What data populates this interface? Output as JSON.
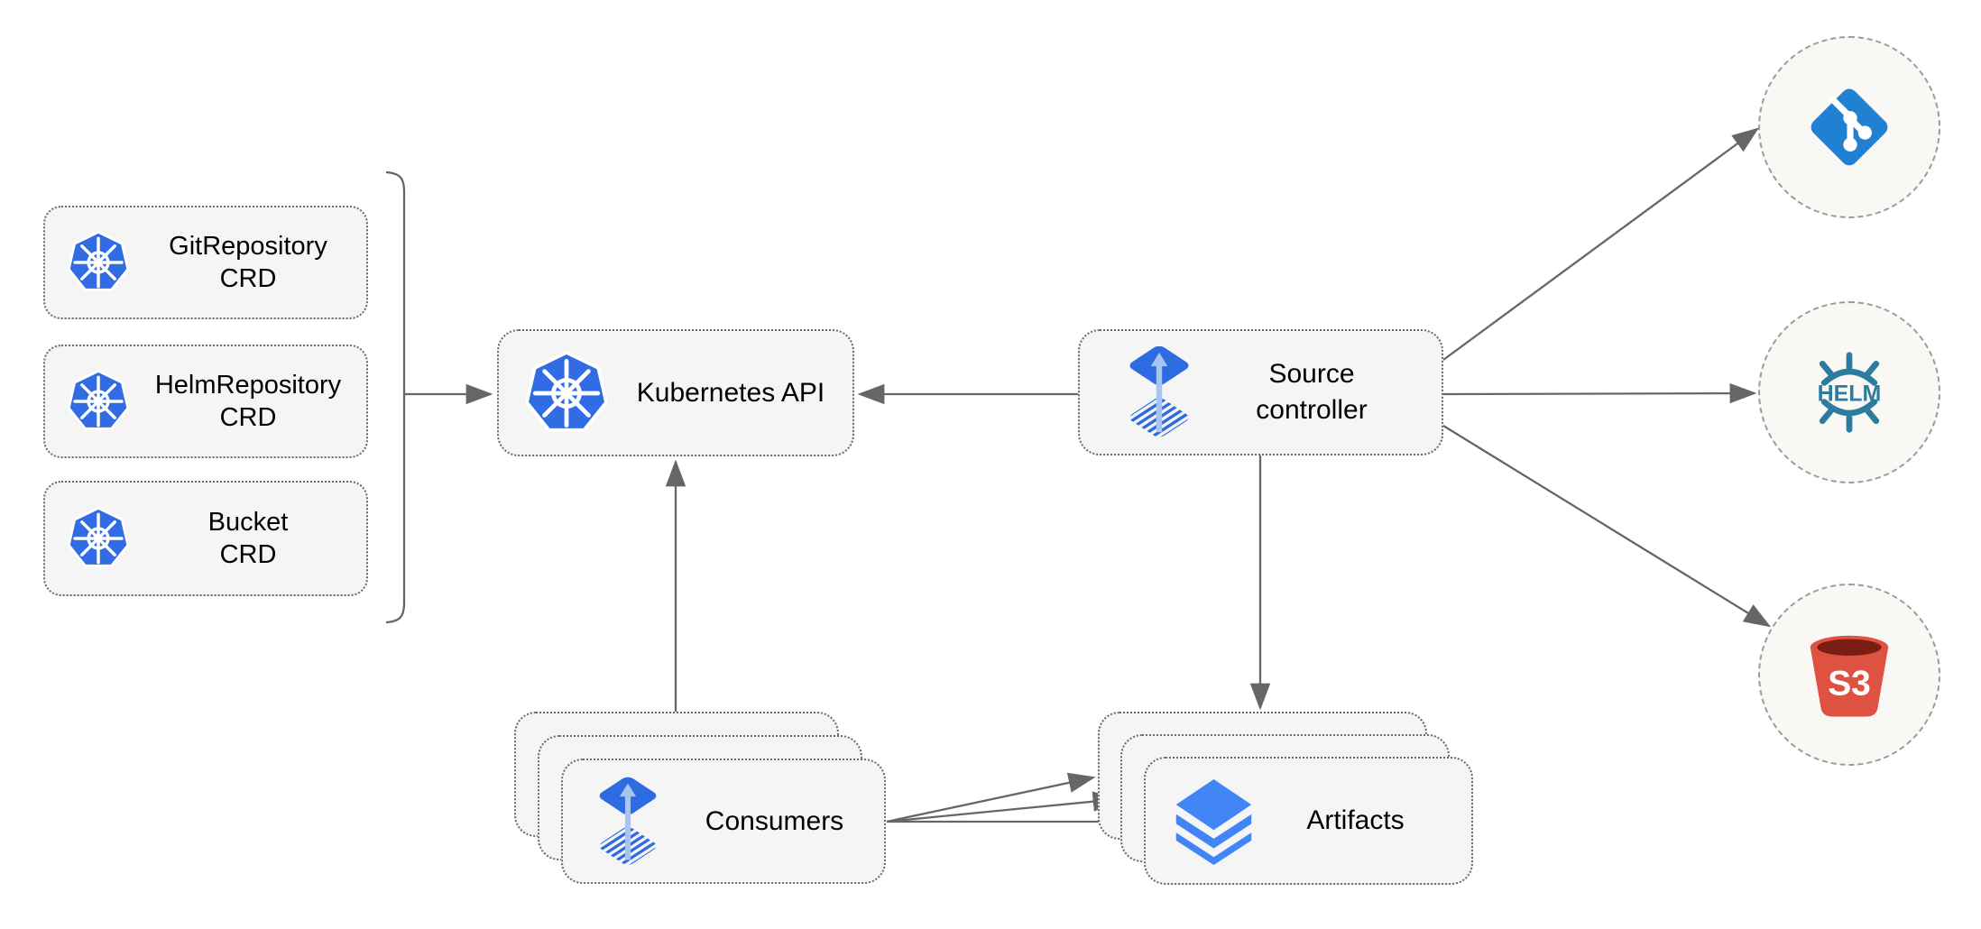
{
  "diagram": {
    "crd_boxes": [
      {
        "line1": "GitRepository",
        "line2": "CRD",
        "icon": "kubernetes-icon"
      },
      {
        "line1": "HelmRepository",
        "line2": "CRD",
        "icon": "kubernetes-icon"
      },
      {
        "line1": "Bucket",
        "line2": "CRD",
        "icon": "kubernetes-icon"
      }
    ],
    "kubernetes_api": {
      "label": "Kubernetes API",
      "icon": "kubernetes-icon"
    },
    "source_controller": {
      "line1": "Source",
      "line2": "controller",
      "icon": "flux-icon"
    },
    "consumers": {
      "label": "Consumers",
      "icon": "flux-icon",
      "stack_count": 3
    },
    "artifacts": {
      "label": "Artifacts",
      "icon": "layers-icon",
      "stack_count": 3
    },
    "external_sources": [
      {
        "name": "git",
        "icon": "git-icon",
        "label": ""
      },
      {
        "name": "helm",
        "icon": "helm-icon",
        "label": "HELM"
      },
      {
        "name": "s3",
        "icon": "s3-bucket-icon",
        "label": "S3"
      }
    ],
    "connections": [
      {
        "from": "crd-group-bracket",
        "to": "kubernetes-api"
      },
      {
        "from": "source-controller",
        "to": "kubernetes-api"
      },
      {
        "from": "consumers",
        "to": "kubernetes-api"
      },
      {
        "from": "source-controller",
        "to": "artifacts"
      },
      {
        "from": "source-controller",
        "to": "git"
      },
      {
        "from": "source-controller",
        "to": "helm"
      },
      {
        "from": "source-controller",
        "to": "s3"
      },
      {
        "from": "consumers",
        "to": "artifacts-layer-1"
      },
      {
        "from": "consumers",
        "to": "artifacts-layer-2"
      },
      {
        "from": "consumers",
        "to": "artifacts-layer-3"
      }
    ],
    "colors": {
      "kubernetes_blue": "#326CE5",
      "flux_blue": "#2F6BE0",
      "flux_arrow_light": "#A8C5F0",
      "git_blue": "#2080D2",
      "helm_teal": "#2B7C9E",
      "s3_red": "#DF5140",
      "s3_dark_red": "#7B1D13",
      "layers_blue": "#4285F4",
      "arrow_gray": "#666666",
      "node_fill": "#F5F5F5",
      "node_border": "#696969",
      "circle_fill": "#F9F8F5",
      "circle_border": "#9B9B9B",
      "text_color": "#000000"
    }
  }
}
